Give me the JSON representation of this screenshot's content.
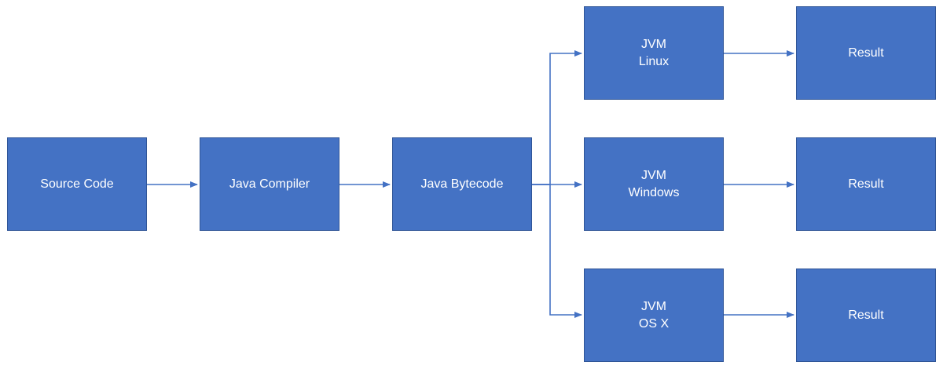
{
  "diagram": {
    "nodes": {
      "source": {
        "label": "Source Code"
      },
      "compiler": {
        "label": "Java Compiler"
      },
      "bytecode": {
        "label": "Java Bytecode"
      },
      "jvm_linux": {
        "line1": "JVM",
        "line2": "Linux"
      },
      "jvm_windows": {
        "line1": "JVM",
        "line2": "Windows"
      },
      "jvm_osx": {
        "line1": "JVM",
        "line2": "OS X"
      },
      "result_linux": {
        "label": "Result"
      },
      "result_windows": {
        "label": "Result"
      },
      "result_osx": {
        "label": "Result"
      }
    },
    "colors": {
      "box_fill": "#4472C4",
      "box_border": "#2F5597",
      "text": "#FFFFFF",
      "connector": "#4472C4"
    }
  }
}
